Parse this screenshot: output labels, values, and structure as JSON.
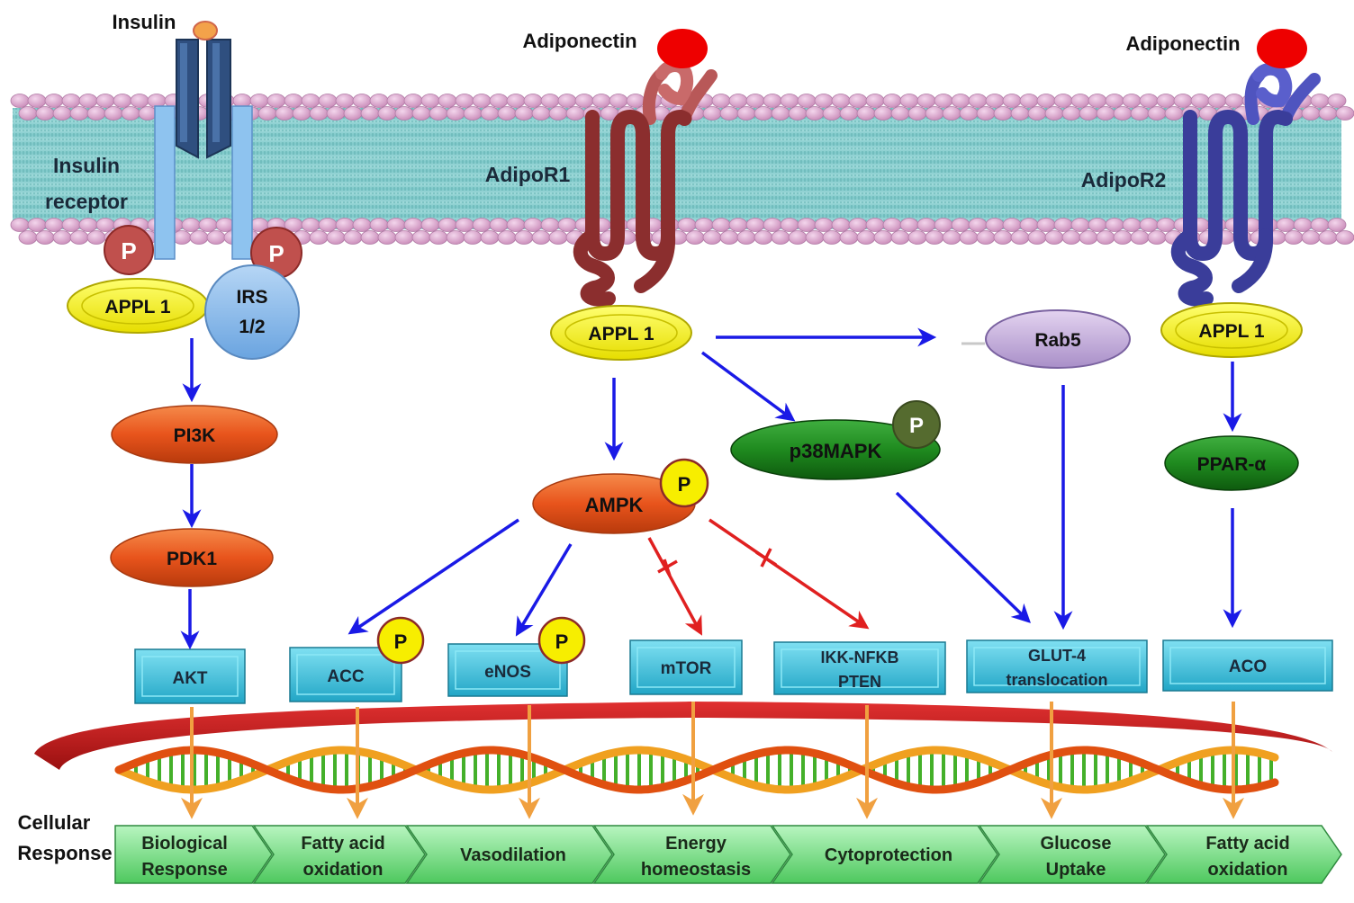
{
  "ligands": {
    "insulin": "Insulin",
    "adiponectin_1": "Adiponectin",
    "adiponectin_2": "Adiponectin"
  },
  "receptors": {
    "insulin_receptor_line1": "Insulin",
    "insulin_receptor_line2": "receptor",
    "adipor1": "AdipoR1",
    "adipor2": "AdipoR2"
  },
  "phospho": "P",
  "adaptors": {
    "appl1_left": "APPL 1",
    "irs_line1": "IRS",
    "irs_line2": "1/2",
    "appl1_center": "APPL 1",
    "appl1_right": "APPL 1",
    "rab5": "Rab5"
  },
  "kinases": {
    "pi3k": "PI3K",
    "pdk1": "PDK1",
    "ampk": "AMPK",
    "p38mapk": "p38MAPK",
    "ppar": "PPAR-α"
  },
  "targets": {
    "akt": "AKT",
    "acc": "ACC",
    "enos": "eNOS",
    "mtor": "mTOR",
    "ikk_line1": "IKK-NFKB",
    "ikk_line2": "PTEN",
    "glut_line1": "GLUT-4",
    "glut_line2": "translocation",
    "aco": "ACO"
  },
  "cellular_response": {
    "label_line1": "Cellular",
    "label_line2": "Response",
    "items": [
      {
        "line1": "Biological",
        "line2": "Response"
      },
      {
        "line1": "Fatty acid",
        "line2": "oxidation"
      },
      {
        "line1": "Vasodilation",
        "line2": ""
      },
      {
        "line1": "Energy",
        "line2": "homeostasis"
      },
      {
        "line1": "Cytoprotection",
        "line2": ""
      },
      {
        "line1": "Glucose",
        "line2": "Uptake"
      },
      {
        "line1": "Fatty acid",
        "line2": "oxidation"
      }
    ]
  },
  "colors": {
    "activation_arrow": "#1a1ae6",
    "inhibition_arrow": "#e02020",
    "response_arrow": "#f0a040",
    "appl1": "#f5f000",
    "kinase_orange": "#e8541c",
    "kinase_green": "#1f8a1f",
    "target_box": "#2bb8d6",
    "response_chevron": "#7ee08a",
    "adipor1": "#8b2e2e",
    "adipor2": "#3a3d9a",
    "phospho_red": "#c0504d",
    "phospho_yellow": "#f7ee00",
    "phospho_green": "#556b2f"
  }
}
